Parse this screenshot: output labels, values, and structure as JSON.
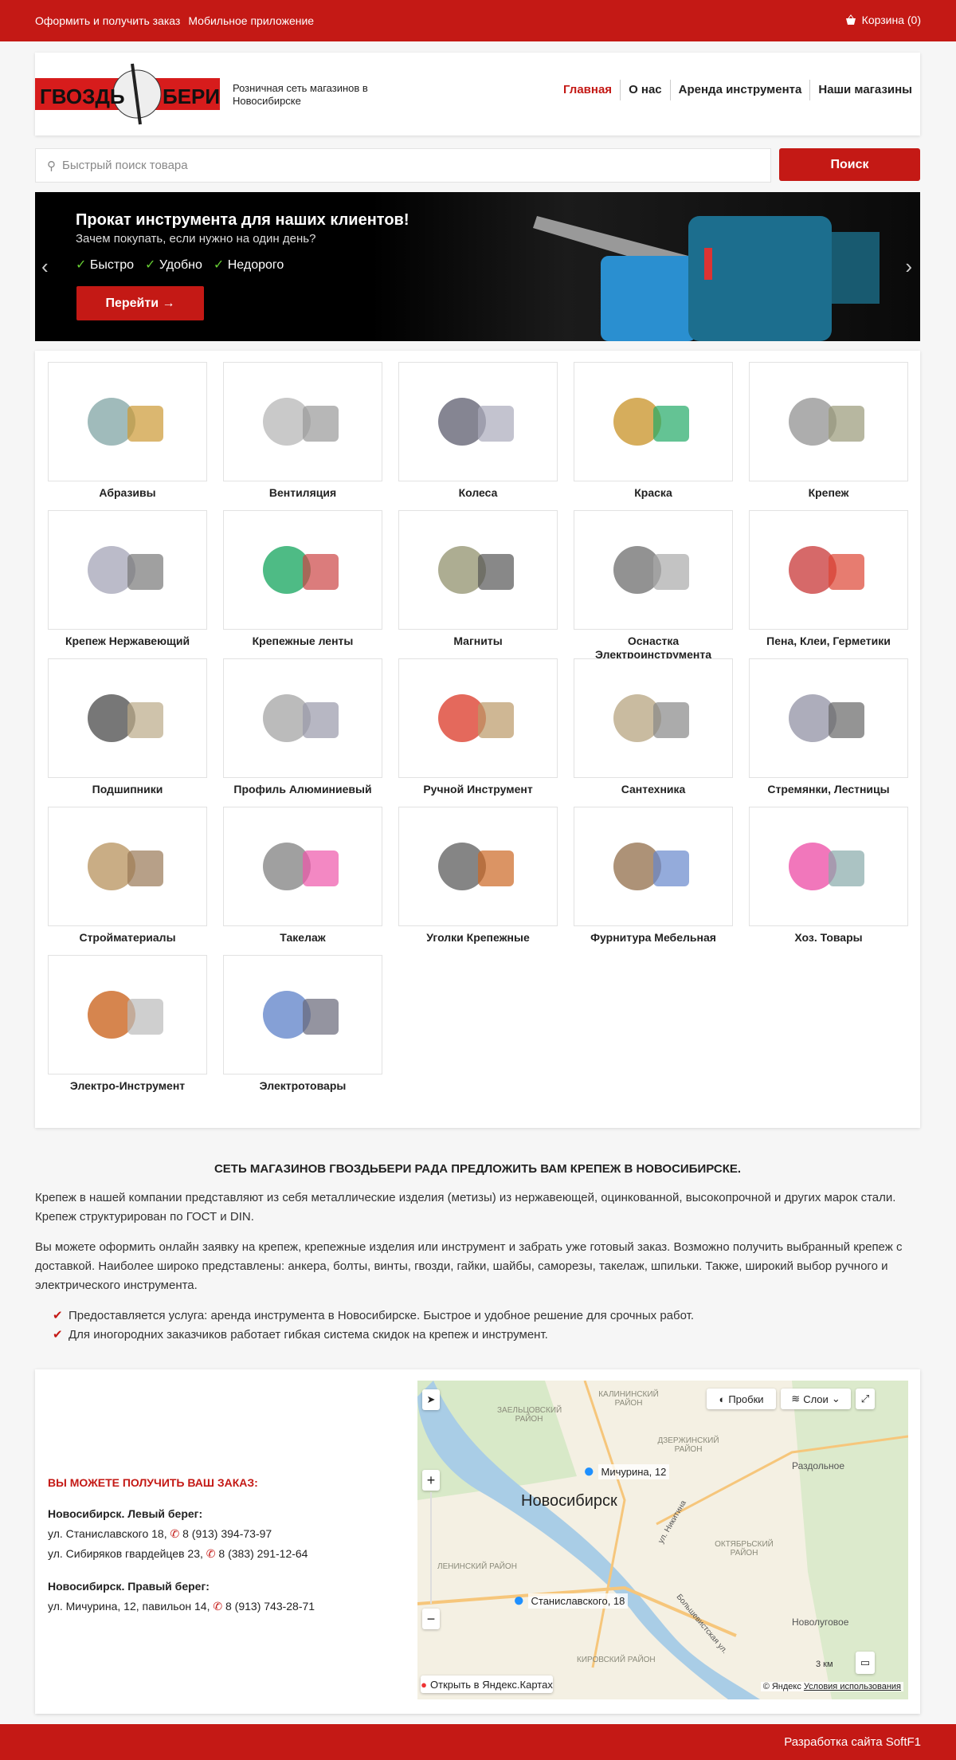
{
  "topbar": {
    "links": [
      "Оформить и получить заказ",
      "Мобильное приложение"
    ],
    "cart": "Корзина (0)"
  },
  "header": {
    "logo_text": "ГВОЗДЬ БЕРИ",
    "tagline": "Розничная сеть магазинов в Новосибирске",
    "nav": [
      "Главная",
      "О нас",
      "Аренда инструмента",
      "Наши магазины"
    ]
  },
  "search": {
    "placeholder": "Быстрый поиск товара",
    "button": "Поиск"
  },
  "banner": {
    "title": "Прокат инструмента для наших клиентов!",
    "subtitle": "Зачем покупать, если нужно на один день?",
    "features": [
      "Быстро",
      "Удобно",
      "Недорого"
    ],
    "button": "Перейти →"
  },
  "categories": [
    "Абразивы",
    "Вентиляция",
    "Колеса",
    "Краска",
    "Крепеж",
    "Крепеж Нержавеющий",
    "Крепежные ленты",
    "Магниты",
    "Оснастка Электроинструмента",
    "Пена, Клеи, Герметики",
    "Подшипники",
    "Профиль Алюминиевый",
    "Ручной Инструмент",
    "Сантехника",
    "Стремянки, Лестницы",
    "Стройматериалы",
    "Такелаж",
    "Уголки Крепежные",
    "Фурнитура Мебельная",
    "Хоз. Товары",
    "Электро-Инструмент",
    "Электротовары"
  ],
  "seo": {
    "heading": "СЕТЬ МАГАЗИНОВ ГВОЗДЬБЕРИ РАДА ПРЕДЛОЖИТЬ ВАМ КРЕПЕЖ В НОВОСИБИРСКЕ.",
    "p1": "Крепеж в нашей компании представляют из себя металлические изделия (метизы) из нержавеющей, оцинкованной, высокопрочной и других марок стали. Крепеж структурирован по ГОСТ и DIN.",
    "p2": "Вы можете оформить онлайн заявку на крепеж, крепежные изделия или инструмент и забрать уже готовый заказ. Возможно получить выбранный крепеж с доставкой. Наиболее широко представлены: анкера, болты, винты, гвозди, гайки, шайбы, саморезы, такелаж, шпильки. Также, широкий выбор ручного и электрического инструмента.",
    "bullets": [
      "Предоставляется услуга: аренда инструмента в Новосибирске. Быстрое и удобное решение для срочных работ.",
      "Для иногородних заказчиков работает гибкая система скидок на крепеж и инструмент."
    ]
  },
  "contacts": {
    "title": "ВЫ МОЖЕТЕ ПОЛУЧИТЬ ВАШ ЗАКАЗ:",
    "left_title": "Новосибирск. Левый берег:",
    "left": [
      {
        "addr": "ул. Станиславского 18,",
        "phone": "8 (913) 394-73-97"
      },
      {
        "addr": "ул. Сибиряков гвардейцев 23,",
        "phone": "8 (383) 291-12-64"
      }
    ],
    "right_title": "Новосибирск. Правый берег:",
    "right": [
      {
        "addr": "ул. Мичурина, 12, павильон 14,",
        "phone": "8 (913) 743-28-71"
      }
    ]
  },
  "map": {
    "traffic": "Пробки",
    "layers": "Слои",
    "city": "Новосибирск",
    "pins": [
      "Мичурина, 12",
      "Станиславского, 18"
    ],
    "places": [
      "ЗАЕЛЬЦОВСКИЙ РАЙОН",
      "КАЛИНИНСКИЙ РАЙОН",
      "ДЗЕРЖИНСКИЙ РАЙОН",
      "ОКТЯБРЬСКИЙ РАЙОН",
      "ЛЕНИНСКИЙ РАЙОН",
      "КИРОВСКИЙ РАЙОН",
      "Раздольное",
      "Новолуговое",
      "ул. Никитина",
      "Большевистская ул."
    ],
    "scale": "3 км",
    "open": "Открыть в Яндекс.Картах",
    "copyright": "© Яндекс",
    "terms": "Условия использования"
  },
  "footer": {
    "credit": "Разработка сайта SoftF1"
  }
}
